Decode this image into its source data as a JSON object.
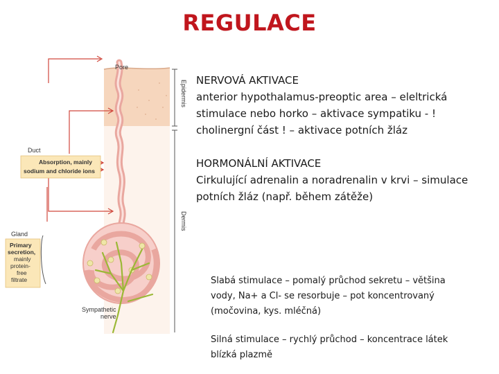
{
  "title": "REGULACE",
  "diagram": {
    "pore": "Pore",
    "epidermis": "Epidermis",
    "dermis": "Dermis",
    "duct": "Duct",
    "absorption": [
      "Absorption, mainly",
      "sodium and chloride ions"
    ],
    "gland": "Gland",
    "primary": [
      "Primary",
      "secretion,",
      "mainly",
      "protein-",
      "free",
      "filtrate"
    ],
    "sympathetic": [
      "Sympathetic",
      "nerve"
    ]
  },
  "nervous": {
    "heading": "NERVOVÁ  AKTIVACE",
    "lines": [
      "anterior hypothalamus-preoptic area – eleltrická",
      "stimulace nebo  horko – aktivace sympatiku - !",
      "cholinergní část ! – aktivace potních žláz"
    ]
  },
  "hormonal": {
    "heading": "HORMONÁLNÍ  AKTIVACE",
    "lines": [
      "Cirkulující adrenalin a noradrenalin v krvi – simulace",
      "potních žláz (např. během zátěže)"
    ]
  },
  "weak": {
    "lines": [
      "Slabá stimulace – pomalý průchod sekretu – většina",
      "vody, Na+ a Cl- se resorbuje – pot koncentrovaný",
      "(močovina, kys. mléčná)"
    ]
  },
  "strong": {
    "lines": [
      "Silná stimulace – rychlý průchod – koncentrace látek",
      "blízká plazmě"
    ]
  }
}
